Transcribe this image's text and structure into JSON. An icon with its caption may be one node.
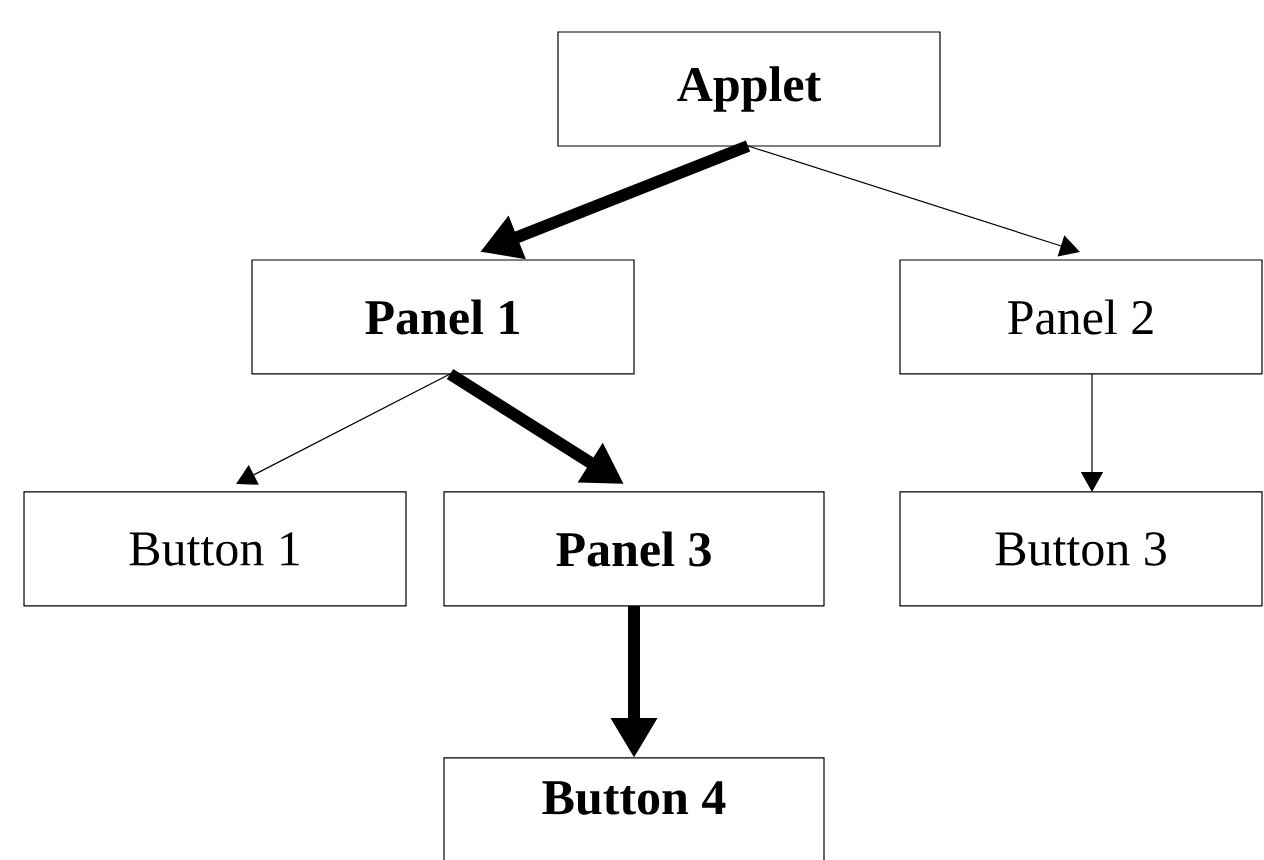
{
  "diagram": {
    "nodes": [
      {
        "text": [
          "Applet"
        ]
      },
      {
        "text": [
          "Panel 1"
        ]
      },
      {
        "text": [
          "Panel 2"
        ]
      },
      {
        "text": [
          "Button 1"
        ]
      },
      {
        "text": [
          "Panel 3"
        ]
      },
      {
        "text": [
          "Button 3"
        ]
      },
      {
        "text": [
          "Button 4"
        ]
      }
    ],
    "edges": [
      {
        "from": 0,
        "to": 1,
        "arrow": "to",
        "style": "thick"
      },
      {
        "from": 0,
        "to": 2,
        "arrow": "to"
      },
      {
        "from": 1,
        "to": 3,
        "arrow": "to"
      },
      {
        "from": 1,
        "to": 4,
        "arrow": "to",
        "style": "thick"
      },
      {
        "from": 2,
        "to": 5,
        "arrow": "to"
      },
      {
        "from": 4,
        "to": 6,
        "arrow": "to",
        "style": "thick"
      }
    ]
  }
}
